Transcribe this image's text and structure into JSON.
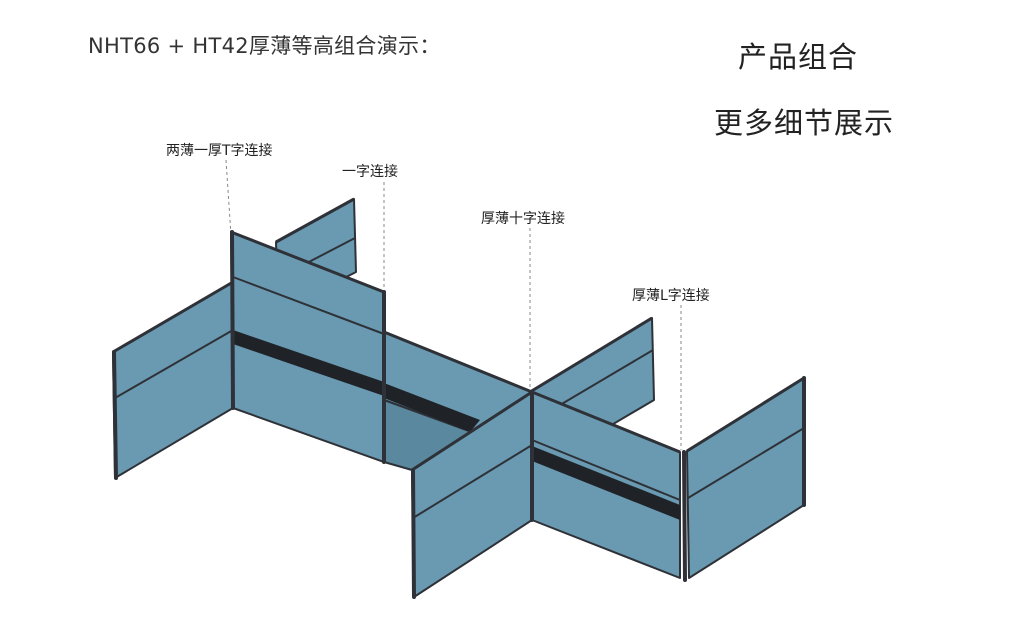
{
  "header": {
    "title": "NHT66 + HT42厚薄等高组合演示："
  },
  "side": {
    "line1": "产品组合",
    "line2": "更多细节展示"
  },
  "labels": {
    "t_joint": "两薄一厚T字连接",
    "straight_joint": "一字连接",
    "cross_joint": "厚薄十字连接",
    "l_joint": "厚薄L字连接"
  },
  "colors": {
    "panel_face": "#6a9ab1",
    "panel_shade": "#5a889e",
    "frame": "#2e3238",
    "thick_strip": "#1f2328"
  }
}
